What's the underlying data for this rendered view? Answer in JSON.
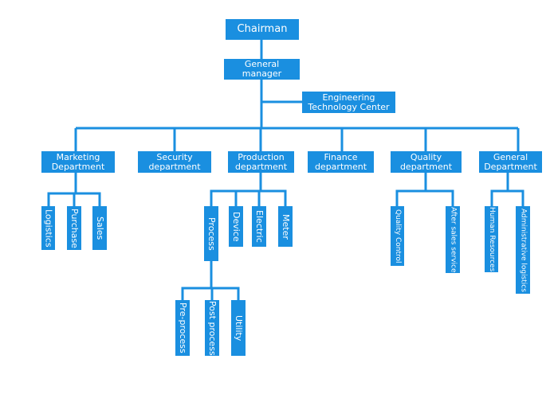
{
  "colors": {
    "box": "#1a8fe0",
    "text": "#ffffff",
    "line": "#1a8fe0",
    "background": "#ffffff"
  },
  "nodes": {
    "chairman": "Chairman",
    "general_manager": "General\nmanager",
    "engineering_center": "Engineering\nTechnology Center",
    "marketing": "Marketing\nDepartment",
    "security": "Security\ndepartment",
    "production": "Production\ndepartment",
    "finance": "Finance\ndepartment",
    "quality": "Quality\ndepartment",
    "general_dept": "General\nDepartment",
    "logistics": "Logistics",
    "purchase": "Purchase",
    "sales": "Sales",
    "process": "Process",
    "device": "Device",
    "electric": "Electric",
    "meter": "Meter",
    "pre_process": "Pre-process",
    "post_process": "Post process",
    "utility": "Utility",
    "quality_control": "Quality Control",
    "after_sales": "After sales service",
    "human_resources": "Human Resources",
    "admin_logistics": "Administrative logistics"
  }
}
